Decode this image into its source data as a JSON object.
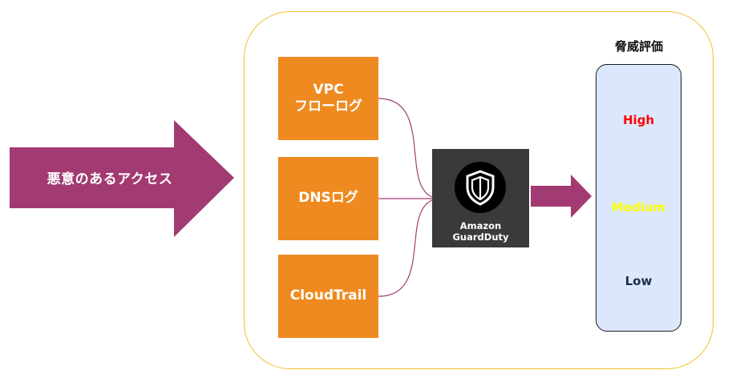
{
  "access_arrow": {
    "label": "悪意のあるアクセス",
    "color": "#a23b72"
  },
  "sources": [
    {
      "line1": "VPC",
      "line2": "フローログ"
    },
    {
      "line1": "DNSログ",
      "line2": ""
    },
    {
      "line1": "CloudTrail",
      "line2": ""
    }
  ],
  "source_color": "#ee8a1f",
  "guardduty": {
    "label": "Amazon GuardDuty",
    "icon": "shield-icon"
  },
  "evaluation": {
    "title": "脅威評価",
    "levels": [
      {
        "label": "High",
        "color": "#ff0000"
      },
      {
        "label": "Medium",
        "color": "#ffff00"
      },
      {
        "label": "Low",
        "color": "#1f2d4e"
      }
    ]
  },
  "colors": {
    "frame": "#f2c12e",
    "arrow": "#a23b72",
    "panel": "#dbe8fb"
  }
}
